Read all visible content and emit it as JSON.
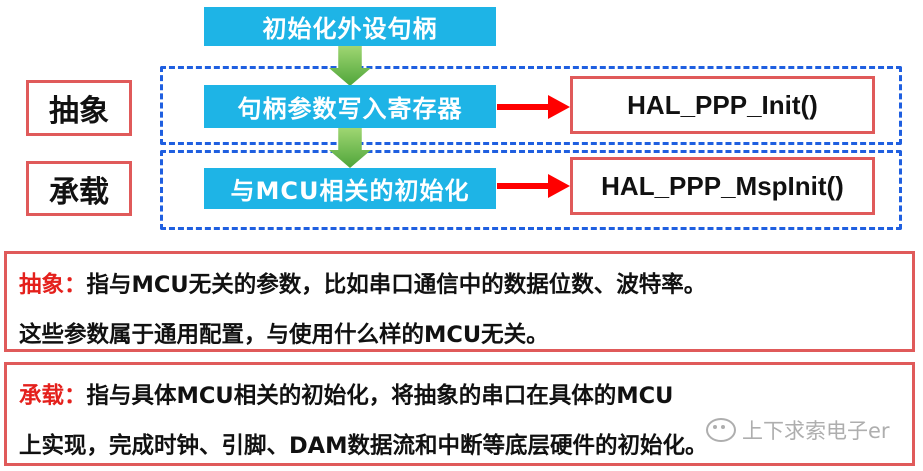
{
  "flow": {
    "step1": "初始化外设句柄",
    "step2": "句柄参数写入寄存器",
    "step3": "与MCU相关的初始化"
  },
  "labels": {
    "abstract": "抽象",
    "bearing": "承载"
  },
  "functions": {
    "init": "HAL_PPP_Init()",
    "msp_init": "HAL_PPP_MspInit()"
  },
  "descriptions": {
    "abstract": {
      "term": "抽象：",
      "line1": "指与MCU无关的参数，比如串口通信中的数据位数、波特率。",
      "line2": "这些参数属于通用配置，与使用什么样的MCU无关。"
    },
    "bearing": {
      "term": "承载：",
      "line1": "指与具体MCU相关的初始化，将抽象的串口在具体的MCU",
      "line2": "上实现，完成时钟、引脚、DAM数据流和中断等底层硬件的初始化。"
    }
  },
  "watermark": "上下求索电子er",
  "colors": {
    "step_fill": "#1eb4e6",
    "arrow_green": "#4fa53a",
    "dash_blue": "#1f5fe0",
    "border_red": "#e05a5a",
    "arrow_red": "#ff0000",
    "highlight_red": "#e4201c"
  }
}
